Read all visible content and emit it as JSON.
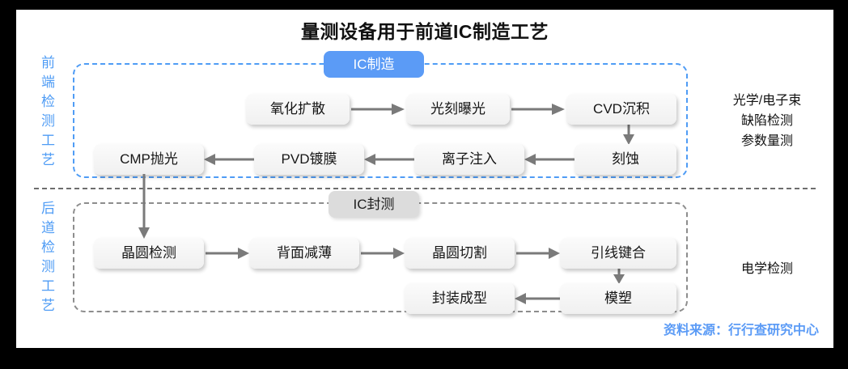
{
  "title": "量测设备用于前道IC制造工艺",
  "side_labels": {
    "front": "前端检测工艺",
    "back": "后道检测工艺"
  },
  "sections": [
    {
      "id": "ic-manufacture",
      "badge": "IC制造",
      "border_color": "#4f9cf5",
      "badge_color": "#5b9bf6"
    },
    {
      "id": "ic-package",
      "badge": "IC封测",
      "border_color": "#8d8d8d",
      "badge_color": "#dcdcdc"
    }
  ],
  "nodes": {
    "oxidation": "氧化扩散",
    "litho": "光刻曝光",
    "cvd": "CVD沉积",
    "etch": "刻蚀",
    "implant": "离子注入",
    "pvd": "PVD镀膜",
    "cmp": "CMP抛光",
    "wafer_test": "晶圆检测",
    "backgrind": "背面减薄",
    "dicing": "晶圆切割",
    "bonding": "引线键合",
    "molding": "模塑",
    "encapsulation": "封装成型"
  },
  "flow": [
    "氧化扩散 → 光刻曝光",
    "光刻曝光 → CVD沉积",
    "CVD沉积 → 刻蚀",
    "刻蚀 → 离子注入",
    "离子注入 → PVD镀膜",
    "PVD镀膜 → CMP抛光",
    "CMP抛光 → 晶圆检测",
    "晶圆检测 → 背面减薄",
    "背面减薄 → 晶圆切割",
    "晶圆切割 → 引线键合",
    "引线键合 → 模塑",
    "模塑 → 封装成型"
  ],
  "notes": {
    "front_line1": "光学/电子束",
    "front_line2": "缺陷检测",
    "front_line3": "参数量测",
    "back_line1": "电学检测"
  },
  "source": "资料来源：行行查研究中心",
  "colors": {
    "accent": "#5b9bf6",
    "arrow": "#7a7a7a",
    "node_bg": "#f2f2f2",
    "canvas": "#ffffff",
    "frame": "#000000"
  }
}
